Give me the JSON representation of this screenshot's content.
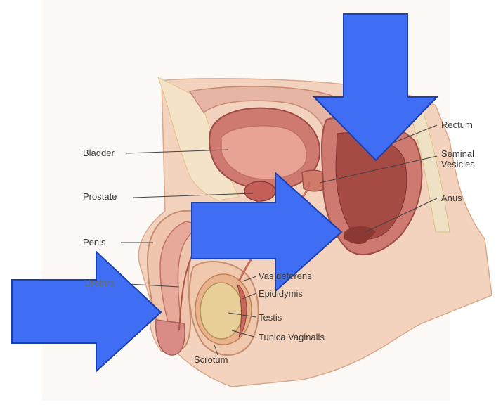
{
  "labels": {
    "bladder": "Bladder",
    "prostate": "Prostate",
    "penis": "Penis",
    "rectum": "Rectum",
    "seminal_vesicles": "Seminal Vesicles",
    "anus": "Anus",
    "vas_deferens": "Vas deferens",
    "epididymis": "Epididymis",
    "testis": "Testis",
    "tunica_vaginalis": "Tunica Vaginalis",
    "scrotum": "Scrotum",
    "urethra": "Urethra"
  },
  "colors": {
    "background": "#ffffff",
    "skin": "#f3d3bd",
    "tissue": "#c9706a",
    "tissue_dark": "#9c4b46",
    "bladder_wall": "#d9857b",
    "bone": "#f4e3c6",
    "fat": "#e9cf9a",
    "arrow": "#3f6df3",
    "arrow_stroke": "#1d3fa8"
  },
  "arrows": [
    {
      "name": "arrow-down-rectum",
      "direction": "down"
    },
    {
      "name": "arrow-right-anus",
      "direction": "right"
    },
    {
      "name": "arrow-right-penis-tip",
      "direction": "right"
    }
  ]
}
